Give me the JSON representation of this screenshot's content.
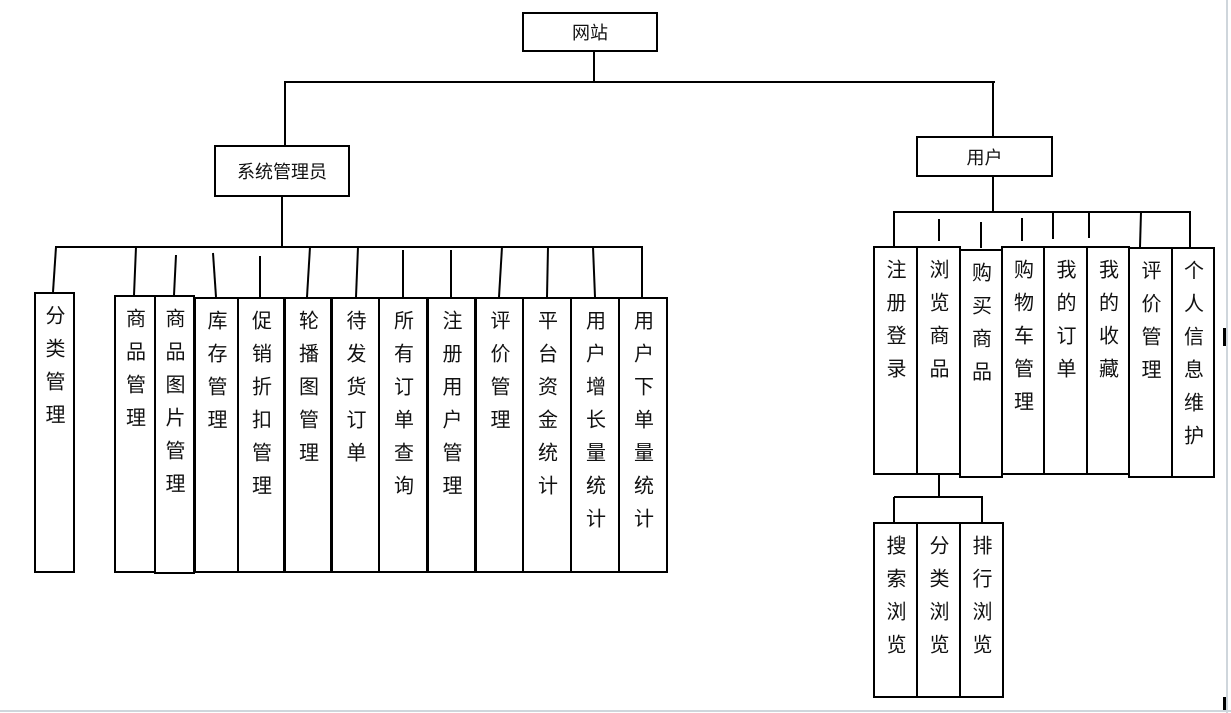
{
  "root": "网站",
  "admin": {
    "label": "系统管理员",
    "children": [
      "分类管理",
      "商品管理",
      "商品图片管理",
      "库存管理",
      "促销折扣管理",
      "轮播图管理",
      "待发货订单",
      "所有订单查询",
      "注册用户管理",
      "评价管理",
      "平台资金统计",
      "用户增长量统计",
      "用户下单量统计"
    ]
  },
  "user": {
    "label": "用户",
    "children": [
      "注册登录",
      "浏览商品",
      "购买商品",
      "购物车管理",
      "我的订单",
      "我的收藏",
      "评价管理",
      "个人信息维护"
    ],
    "browse_children": [
      "搜索浏览",
      "分类浏览",
      "排行浏览"
    ]
  }
}
